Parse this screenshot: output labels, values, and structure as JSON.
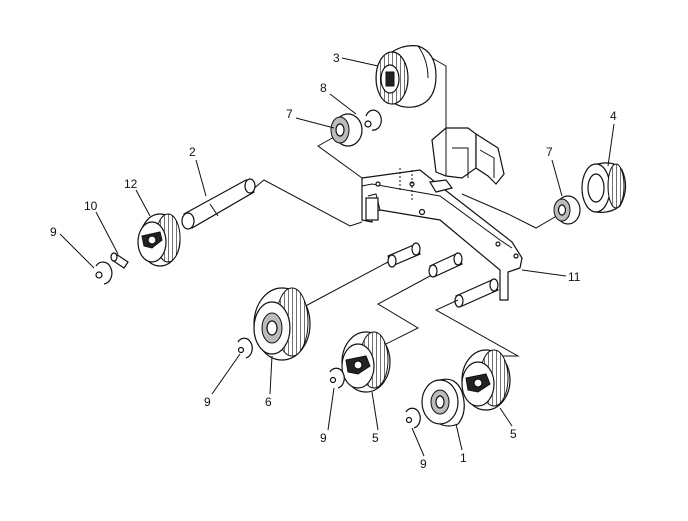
{
  "callouts": [
    {
      "id": "c3",
      "text": "3"
    },
    {
      "id": "c8",
      "text": "8"
    },
    {
      "id": "c7a",
      "text": "7"
    },
    {
      "id": "c7b",
      "text": "7"
    },
    {
      "id": "c4",
      "text": "4"
    },
    {
      "id": "c2",
      "text": "2"
    },
    {
      "id": "c12",
      "text": "12"
    },
    {
      "id": "c10",
      "text": "10"
    },
    {
      "id": "c9a",
      "text": "9"
    },
    {
      "id": "c11",
      "text": "11"
    },
    {
      "id": "c9b",
      "text": "9"
    },
    {
      "id": "c6",
      "text": "6"
    },
    {
      "id": "c9c",
      "text": "9"
    },
    {
      "id": "c5a",
      "text": "5"
    },
    {
      "id": "c9d",
      "text": "9"
    },
    {
      "id": "c1",
      "text": "1"
    },
    {
      "id": "c5b",
      "text": "5"
    }
  ]
}
